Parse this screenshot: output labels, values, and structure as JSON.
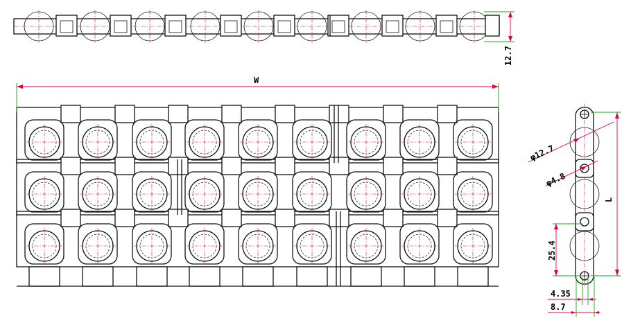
{
  "dimensions": {
    "top_height": "12.7",
    "width": "W",
    "length": "L",
    "roller_diameter": "φ12.7",
    "pin_diameter": "φ4.8",
    "pitch": "25.4",
    "half_thickness": "4.35",
    "thickness": "8.7"
  },
  "colors": {
    "outline": "#111111",
    "dimension_line": "#e0004a",
    "extension_line": "#1aa31a"
  }
}
